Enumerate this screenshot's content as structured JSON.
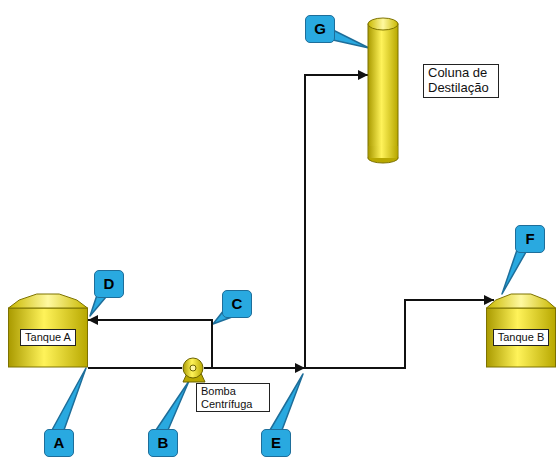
{
  "diagram": {
    "nodes": [
      {
        "text": [
          "Coluna de Destilação"
        ]
      },
      {
        "text": [
          "Tanque A"
        ]
      },
      {
        "text": [
          "Bomba Centrífuga"
        ]
      },
      {
        "text": [
          "Tanque B"
        ]
      }
    ],
    "edges": [
      {
        "from": 1,
        "to": 2,
        "arrow": "none"
      },
      {
        "from": 2,
        "to": 1,
        "arrow": "to"
      },
      {
        "from": 2,
        "to": 0,
        "arrow": "to"
      },
      {
        "from": 2,
        "to": 3,
        "arrow": "to"
      }
    ],
    "labels": [
      "G",
      "D",
      "C",
      "F",
      "A",
      "B",
      "E"
    ]
  }
}
